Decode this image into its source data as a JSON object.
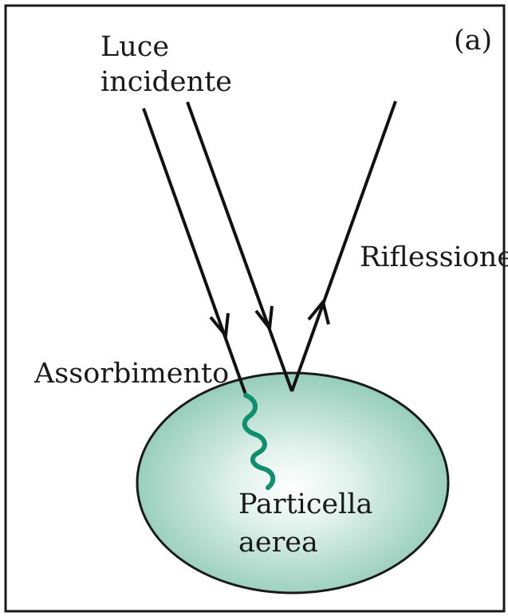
{
  "panel_label": "(a)",
  "labels": {
    "incident_light_line1": "Luce",
    "incident_light_line2": "incidente",
    "reflection": "Riflessione",
    "absorption": "Assorbimento",
    "particle_line1": "Particella",
    "particle_line2": "aerea"
  },
  "colors": {
    "frame": "#1a1a1a",
    "rays": "#111111",
    "particle_center": "#ffffff",
    "particle_edge": "#8ec9b6",
    "absorbed_wave": "#0f8f6e"
  }
}
